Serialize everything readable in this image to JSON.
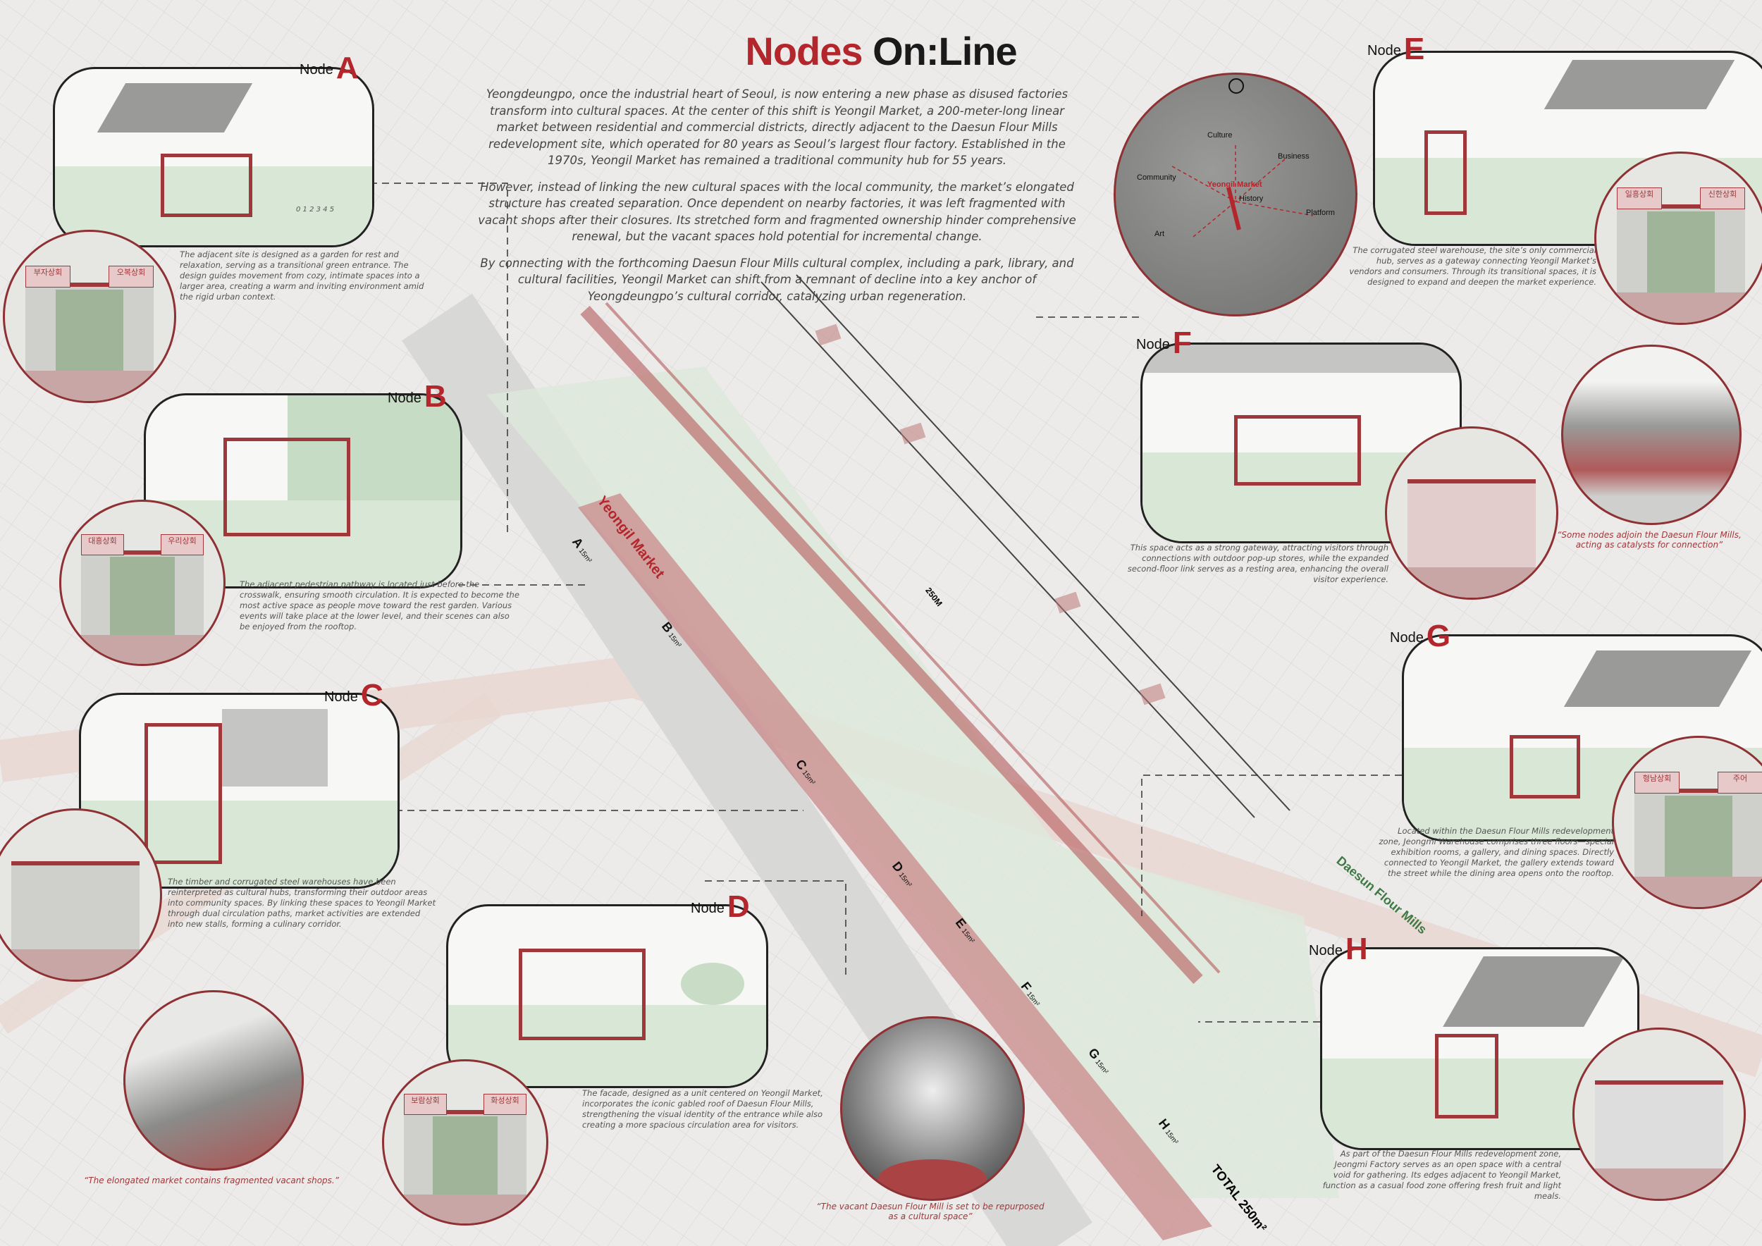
{
  "title": {
    "part1": "Nodes",
    "part2": "On:Line"
  },
  "intro": [
    "Yeongdeungpo, once the industrial heart of Seoul, is now entering a new phase as disused factories transform into cultural spaces. At the center of this shift is Yeongil Market, a 200-meter-long linear market between residential and commercial districts, directly adjacent to the Daesun Flour Mills redevelopment site, which operated for 80 years as Seoul’s largest flour factory. Established in the 1970s, Yeongil Market has remained a traditional community hub for 55 years.",
    "However, instead of linking the new cultural spaces with the local community, the market’s elongated structure has created separation. Once dependent on nearby factories, it was left fragmented with vacant shops after their closures. Its stretched form and fragmented ownership hinder comprehensive renewal, but the vacant spaces hold potential for incremental change.",
    "By connecting with the forthcoming Daesun Flour Mills cultural complex, including a park, library, and cultural facilities, Yeongil Market can shift from a remnant of decline into a key anchor of Yeongdeungpo’s cultural corridor, catalyzing urban regeneration."
  ],
  "map": {
    "labels": [
      "Culture",
      "Business",
      "Community",
      "Yeongil Market",
      "History",
      "Platform",
      "Art"
    ],
    "icon": "compass-icon"
  },
  "node_prefix": "Node",
  "nodes": [
    {
      "letter": "A",
      "desc": "The adjacent site is designed as a garden for rest and relaxation, serving as a transitional green entrance. The design guides movement from cozy, intimate spaces into a larger area, creating a warm and inviting environment amid the rigid urban context.",
      "signs": [
        "부자상회",
        "오복상회"
      ],
      "scale": "0 1 2 3 4 5"
    },
    {
      "letter": "B",
      "desc": "The adjacent pedestrian pathway is located just before the crosswalk, ensuring smooth circulation. It is expected to become the most active space as people move toward the rest garden. Various events will take place at the lower level, and their scenes can also be enjoyed from the rooftop.",
      "signs": [
        "대흥상회",
        "우리상회"
      ]
    },
    {
      "letter": "C",
      "desc": "The timber and corrugated steel warehouses have been reinterpreted as cultural hubs, transforming their outdoor areas into community spaces. By linking these spaces to Yeongil Market through dual circulation paths, market activities are extended into new stalls, forming a culinary corridor.",
      "signs": [
        "",
        ""
      ]
    },
    {
      "letter": "D",
      "desc": "The facade, designed as a unit centered on Yeongil Market, incorporates the iconic gabled roof of Daesun Flour Mills, strengthening the visual identity of the entrance while also creating a more spacious circulation area for visitors.",
      "signs": [
        "보람상회",
        "화성상회"
      ]
    },
    {
      "letter": "E",
      "desc": "The corrugated steel warehouse, the site’s only commercial hub, serves as a gateway connecting Yeongil Market’s vendors and consumers. Through its transitional spaces, it is designed to expand and deepen the market experience.",
      "signs": [
        "일흥상회",
        "신한상회"
      ]
    },
    {
      "letter": "F",
      "desc": "This space acts as a strong gateway, attracting visitors through connections with outdoor pop-up stores, while the expanded second-floor link serves as a resting area, enhancing the overall visitor experience.",
      "signs": [
        "",
        ""
      ]
    },
    {
      "letter": "G",
      "desc": "Located within the Daesun Flour Mills redevelopment zone, Jeongmi Warehouse comprises three floors—special exhibition rooms, a gallery, and dining spaces. Directly connected to Yeongil Market, the gallery extends toward the street while the dining area opens onto the rooftop.",
      "signs": [
        "형남상회",
        "주어"
      ]
    },
    {
      "letter": "H",
      "desc": "As part of the Daesun Flour Mills redevelopment zone, Jeongmi Factory serves as an open space with a central void for gathering. Its edges adjacent to Yeongil Market, function as a casual food zone offering fresh fruit and light meals.",
      "signs": [
        "",
        ""
      ]
    }
  ],
  "quotes": {
    "market": "“The elongated market contains fragmented vacant shops.”",
    "mill": "“The vacant Daesun Flour Mill is set to be repurposed as a cultural space”",
    "nodes": "“Some nodes adjoin the Daesun Flour Mills, acting as catalysts for connection”"
  },
  "diagram": {
    "market_label": "Yeongil Market",
    "length_label": "250M",
    "total_label": "TOTAL 250m²",
    "mills_label": "Daesun Flour Mills",
    "markers": [
      {
        "letter": "A",
        "area": "15m²"
      },
      {
        "letter": "B",
        "area": "15m²"
      },
      {
        "letter": "C",
        "area": "15m²"
      },
      {
        "letter": "D",
        "area": "15m²"
      },
      {
        "letter": "E",
        "area": "15m²"
      },
      {
        "letter": "F",
        "area": "15m²"
      },
      {
        "letter": "G",
        "area": "15m²"
      },
      {
        "letter": "H",
        "area": "15m²"
      }
    ]
  },
  "colors": {
    "accent": "#b3262c",
    "frame": "#a0383b",
    "green": "#d9e8d6",
    "ink": "#222222"
  }
}
